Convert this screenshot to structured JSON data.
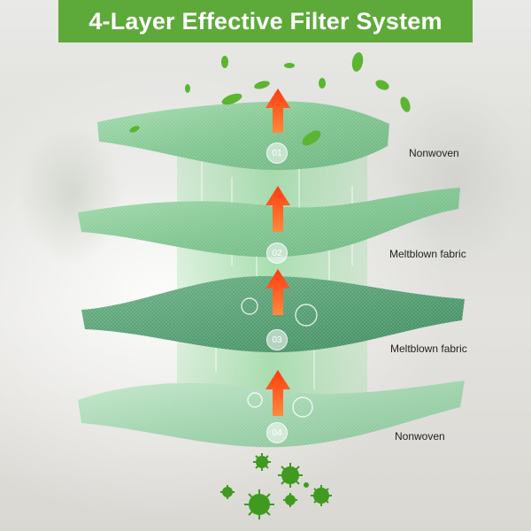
{
  "title": "4-Layer Effective Filter System",
  "layers": [
    {
      "number": "01",
      "label": "Nonwoven"
    },
    {
      "number": "02",
      "label": "Meltblown fabric"
    },
    {
      "number": "03",
      "label": "Meltblown fabric"
    },
    {
      "number": "04",
      "label": "Nonwoven"
    }
  ],
  "colors": {
    "title_bar": "#5daa3a",
    "layer_green_light": "#8ccf99",
    "layer_green_dark": "#4f9a6e",
    "arrow": "#ff5a1f",
    "virus": "#3f9a1f"
  },
  "icons": [
    "arrow-up-icon",
    "leaf-icon",
    "virus-icon",
    "bubble-icon"
  ]
}
